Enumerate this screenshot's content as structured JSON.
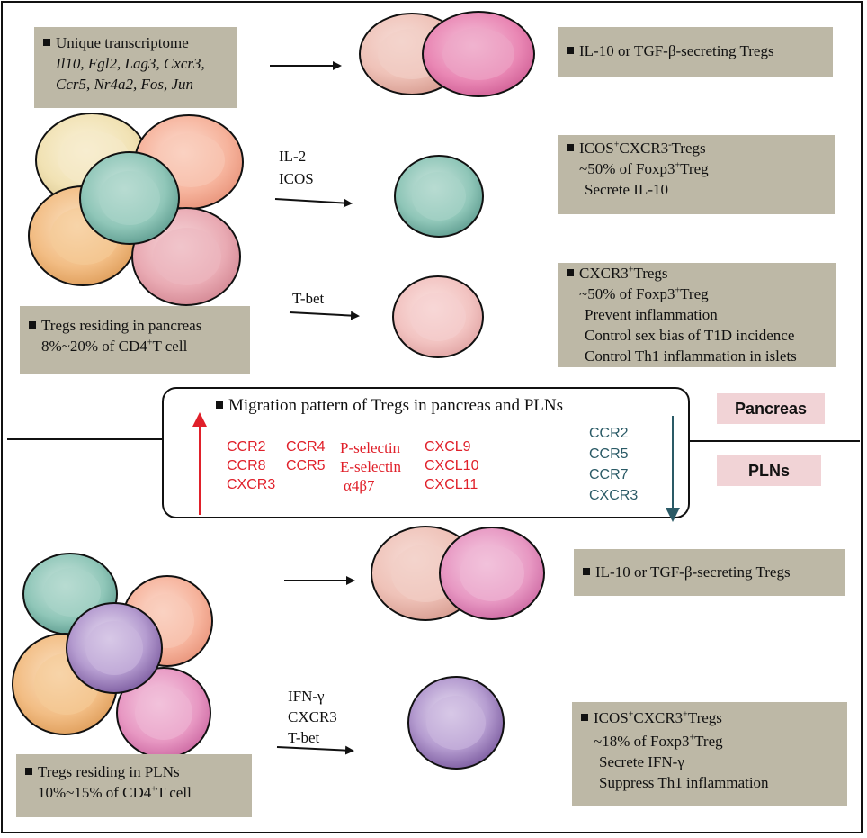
{
  "transcriptome_box": {
    "title": "Unique transcriptome",
    "line1": "Il10, Fgl2, Lag3, Cxcr3,",
    "line2": "Ccr5, Nr4a2, Fos, Jun"
  },
  "top_secreting_box": "IL-10 or TGF-β-secreting Tregs",
  "icos_box": {
    "title_a": "ICOS",
    "title_sup_a": "+",
    "title_b": "CXCR3",
    "title_sup_b": "-",
    "title_c": "Tregs",
    "line1": "~50% of Foxp3",
    "line1_sup": "+",
    "line1_end": "Treg",
    "line2": "Secrete IL-10"
  },
  "cxcr3_box": {
    "title_a": "CXCR3",
    "title_sup": "+",
    "title_b": "Tregs",
    "line1": "~50% of Foxp3",
    "line1_sup": "+",
    "line1_end": "Treg",
    "line2": "Prevent inflammation",
    "line3": "Control sex bias of T1D incidence",
    "line4": "Control Th1 inflammation in islets"
  },
  "pancreas_box": {
    "title": "Tregs residing in pancreas",
    "line1": "8%~20% of CD4",
    "line1_sup": "+",
    "line1_end": "T cell"
  },
  "arrow_labels": {
    "il2": "IL-2",
    "icos": "ICOS",
    "tbet": "T-bet",
    "ifng": "IFN-γ",
    "cxcr3": "CXCR3",
    "tbet2": "T-bet"
  },
  "migration": {
    "title": "Migration pattern of Tregs in pancreas and PLNs",
    "col1": [
      "CCR2",
      "CCR8",
      "CXCR3"
    ],
    "col2": [
      "CCR4",
      "CCR5"
    ],
    "col3": [
      "P-selectin",
      "E-selectin",
      "α4β7"
    ],
    "col4": [
      "CXCL9",
      "CXCL10",
      "CXCL11"
    ],
    "col5": [
      "CCR2",
      "CCR5",
      "CCR7",
      "CXCR3"
    ]
  },
  "tags": {
    "pancreas": "Pancreas",
    "plns": "PLNs"
  },
  "bottom_secreting_box": "IL-10 or TGF-β-secreting Tregs",
  "icos_cxcr3_box": {
    "title_a": "ICOS",
    "title_sup_a": "+",
    "title_b": "CXCR3",
    "title_sup_b": "+",
    "title_c": "Tregs",
    "line1": "~18% of Foxp3",
    "line1_sup": "+",
    "line1_end": "Treg",
    "line2": "Secrete IFN-γ",
    "line3": "Suppress Th1 inflammation"
  },
  "plns_box": {
    "title": "Tregs residing in PLNs",
    "line1": "10%~15% of CD4",
    "line1_sup": "+",
    "line1_end": "T cell"
  },
  "colors": {
    "box_bg": "#bdb8a6",
    "tag_bg": "#f1d3d6",
    "red": "#e0202a",
    "teal": "#2a5a66"
  }
}
